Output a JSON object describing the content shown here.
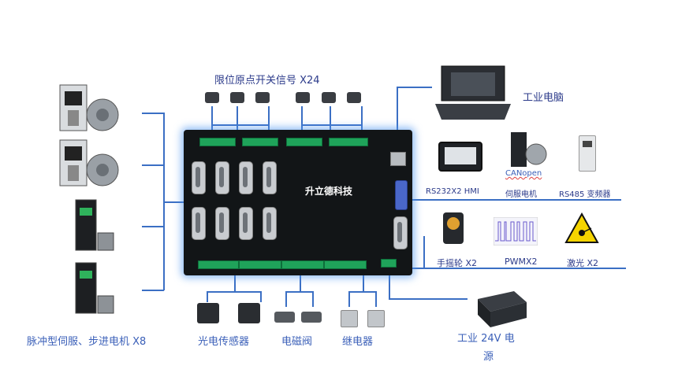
{
  "board": {
    "title": "升立德科技"
  },
  "labels": {
    "limit_switch": "限位原点开关信号 X24",
    "industrial_pc": "工业电脑",
    "hmi": "RS232X2 HMI",
    "canopen": "CANopen",
    "servo_motor": "伺服电机",
    "inverter": "RS485 变频器",
    "handwheel": "手摇轮 X2",
    "pwm": "PWMX2",
    "laser": "激光 X2",
    "pulse_motor": "脉冲型伺服、步进电机 X8",
    "photo_sensor": "光电传感器",
    "solenoid": "电磁阀",
    "relay": "继电器",
    "power_line1": "工业 24V 电",
    "power_line2": "源"
  },
  "colors": {
    "cable": "#3b6fc4",
    "label": "#2b3a8a",
    "glow": "#5096f0",
    "terminal": "#1fa35a"
  }
}
